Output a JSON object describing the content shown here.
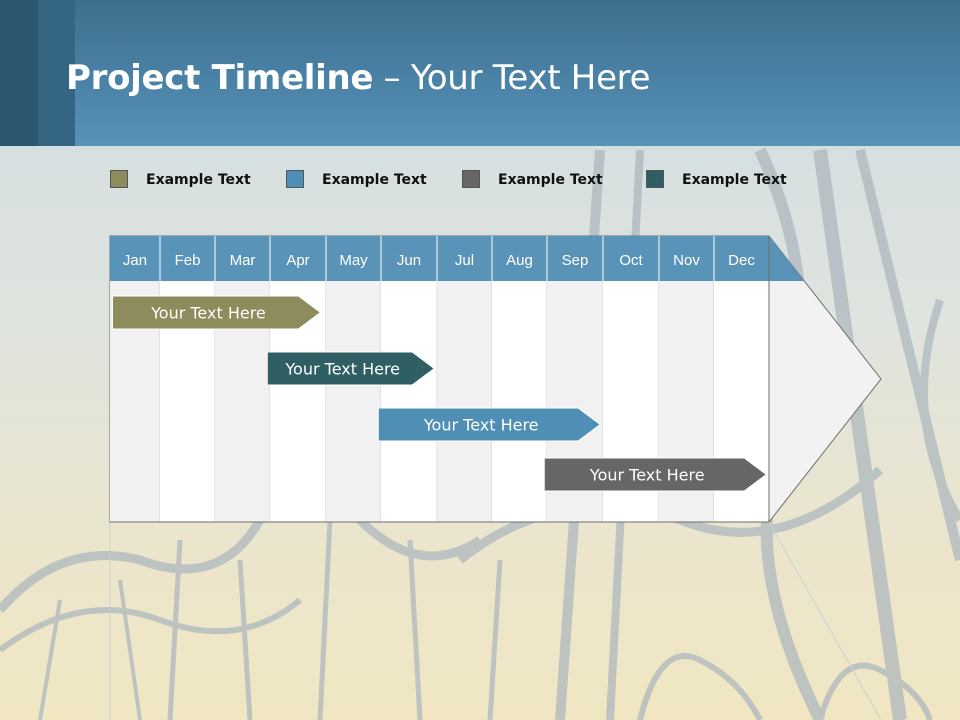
{
  "title": {
    "bold": "Project Timeline",
    "rest": " – Your Text Here"
  },
  "legend": [
    {
      "label": "Example Text",
      "color": "#8e8b5c"
    },
    {
      "label": "Example Text",
      "color": "#4f8fb6"
    },
    {
      "label": "Example Text",
      "color": "#666666"
    },
    {
      "label": "Example Text",
      "color": "#2f5f62"
    }
  ],
  "chart_data": {
    "type": "gantt",
    "months": [
      "Jan",
      "Feb",
      "Mar",
      "Apr",
      "May",
      "Jun",
      "Jul",
      "Aug",
      "Sep",
      "Oct",
      "Nov",
      "Dec"
    ],
    "tasks": [
      {
        "label": "Your  Text Here",
        "start": 0.05,
        "end": 3.9,
        "color": "#8e8b5c"
      },
      {
        "label": "Your  Text Here",
        "start": 2.95,
        "end": 5.95,
        "color": "#2f5f62"
      },
      {
        "label": "Your  Text Here",
        "start": 4.95,
        "end": 8.95,
        "color": "#4f8fb6"
      },
      {
        "label": "Your  Text Here",
        "start": 7.95,
        "end": 11.95,
        "color": "#666666"
      }
    ],
    "header_color": "#5a93b8"
  }
}
